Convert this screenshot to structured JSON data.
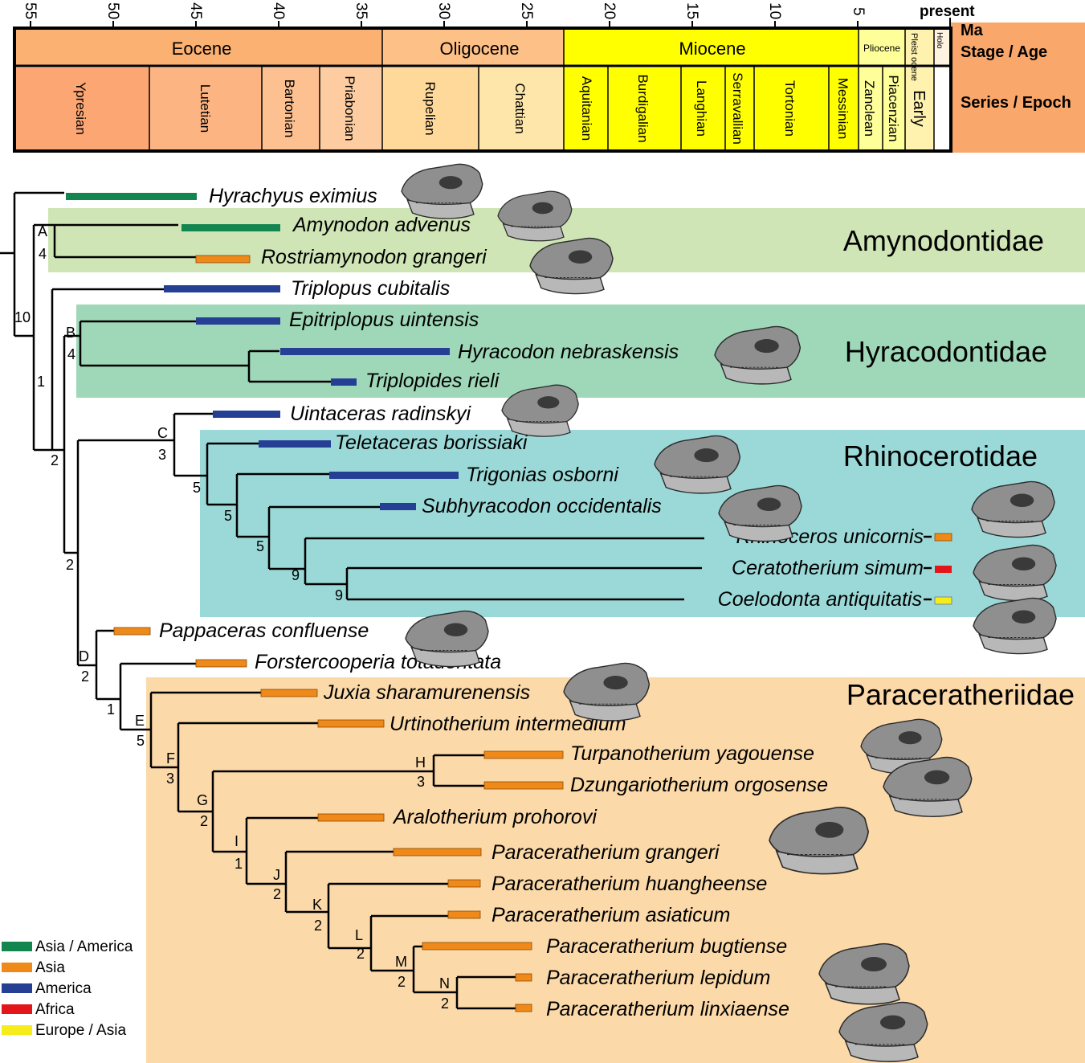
{
  "timescale": {
    "present_label": "present",
    "ticks": [
      "55",
      "50",
      "45",
      "40",
      "35",
      "30",
      "25",
      "20",
      "15",
      "10",
      "5"
    ],
    "epochs": [
      "Eocene",
      "Oligocene",
      "Miocene",
      "Pliocene",
      "Pleist ocene",
      "Holo"
    ],
    "stages": [
      "Ypresian",
      "Lutetian",
      "Bartonian",
      "Priabonian",
      "Rupelian",
      "Chattian",
      "Aquitanian",
      "Burdigalian",
      "Langhian",
      "Serravallian",
      "Tortonian",
      "Messinian",
      "Zanclean",
      "Piacenzian",
      "Early"
    ],
    "right_labels": {
      "ma": "Ma",
      "stage_age": "Stage / Age",
      "series_epoch": "Series / Epoch"
    },
    "colors": {
      "eocene": "#fbb171",
      "oligocene": "#fdc086",
      "miocene": "#ffff00",
      "pliocene": "#ffff99",
      "pleistocene": "#fff2ae",
      "ypresian": "#fca773",
      "lutetian": "#fcb482",
      "bartonian": "#fcc091",
      "priabonian": "#fdcda1",
      "rupelian": "#fed99a",
      "chattian": "#fee6aa",
      "miocene_stage": "#ffff00",
      "pliocene_stage": "#ffff99",
      "early": "#fff2ae",
      "label_box": "#f9a76a"
    }
  },
  "families": [
    {
      "name": "Amynodontidae",
      "color": "#cfe5b5"
    },
    {
      "name": "Hyracodontidae",
      "color": "#9fd8b8"
    },
    {
      "name": "Rhinocerotidae",
      "color": "#9bd9d8"
    },
    {
      "name": "Paraceratheriidae",
      "color": "#fbd9a8"
    }
  ],
  "taxa": [
    "Hyrachyus eximius",
    "Amynodon advenus",
    "Rostriamynodon grangeri",
    "Triplopus cubitalis",
    "Epitriplopus uintensis",
    "Hyracodon nebraskensis",
    "Triplopides rieli",
    "Uintaceras radinskyi",
    "Teletaceras borissiaki",
    "Trigonias osborni",
    "Subhyracodon occidentalis",
    "Rhinoceros unicornis",
    "Ceratotherium simum",
    "Coelodonta antiquitatis",
    "Pappaceras confluense",
    "Forstercooperia totadentata",
    "Juxia sharamurenensis",
    "Urtinotherium intermedium",
    "Turpanotherium yagouense",
    "Dzungariotherium orgosense",
    "Aralotherium prohorovi",
    "Paraceratherium grangeri",
    "Paraceratherium huangheense",
    "Paraceratherium asiaticum",
    "Paraceratherium bugtiense",
    "Paraceratherium lepidum",
    "Paraceratherium linxiaense"
  ],
  "node_letters": [
    "A",
    "B",
    "C",
    "D",
    "E",
    "F",
    "G",
    "H",
    "I",
    "J",
    "K",
    "L",
    "M",
    "N"
  ],
  "support_values": [
    "4",
    "10",
    "1",
    "4",
    "2",
    "3",
    "5",
    "5",
    "5",
    "9",
    "9",
    "2",
    "2",
    "1",
    "5",
    "3",
    "2",
    "3",
    "1",
    "2",
    "2",
    "2",
    "2",
    "2"
  ],
  "legend": [
    {
      "label": "Asia / America",
      "color": "#13854f"
    },
    {
      "label": "Asia",
      "color": "#ef8a1a"
    },
    {
      "label": "America",
      "color": "#253f94"
    },
    {
      "label": "Africa",
      "color": "#e3151b"
    },
    {
      "label": "Europe / Asia",
      "color": "#f5ec1a"
    }
  ]
}
